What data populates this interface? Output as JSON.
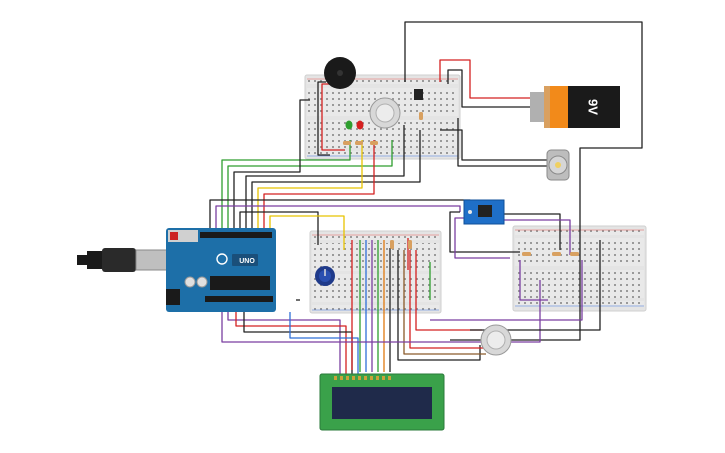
{
  "battery": {
    "label": "9V"
  },
  "arduino": {
    "label": "UNO"
  },
  "colors": {
    "wire_black": "#222222",
    "wire_red": "#d42020",
    "wire_green": "#2e9e2e",
    "wire_yellow": "#e8c400",
    "wire_purple": "#7a3fa0",
    "wire_brown": "#8a5a2a",
    "wire_blue": "#2f6fd8",
    "wire_orange": "#e07a10",
    "arduino_blue": "#1d6fa8",
    "lcd_green": "#3aa14a",
    "lcd_screen": "#1f2a4a",
    "breadboard": "#e6e6e6"
  },
  "components": [
    "arduino-uno",
    "usb-cable",
    "breadboard-top",
    "breadboard-middle",
    "breadboard-right",
    "buzzer",
    "battery-9v",
    "dc-motor",
    "potentiometer",
    "lcd-16x2",
    "rtc-module",
    "pir-sensor-top",
    "pir-sensor-bottom",
    "led-green",
    "led-red",
    "transistor",
    "resistors"
  ]
}
